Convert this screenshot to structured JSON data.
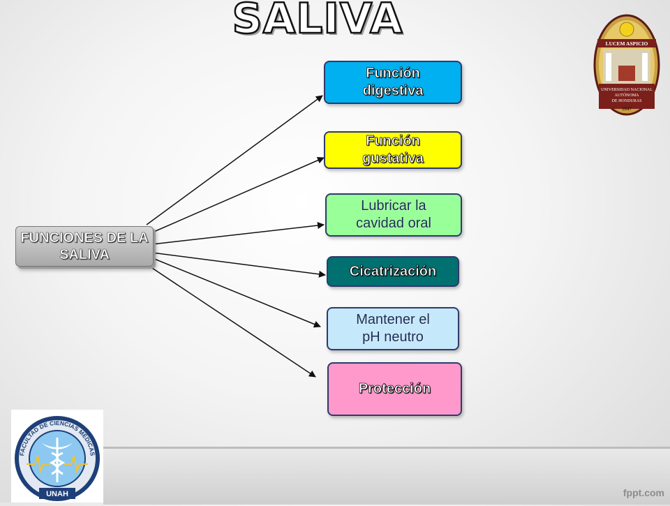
{
  "title": "SALIVA",
  "source": {
    "line1": "FUNCIONES",
    "line2": "DE LA SALIVA"
  },
  "functions": [
    {
      "line1": "Función",
      "line2": "digestiva",
      "color": "#00b0f0"
    },
    {
      "line1": "Función",
      "line2": "gustativa",
      "color": "#ffff00"
    },
    {
      "line1": "Lubricar la",
      "line2": "cavidad oral",
      "color": "#99ff99"
    },
    {
      "line1": "Cicatrización",
      "line2": "",
      "color": "#007070"
    },
    {
      "line1": "Mantener el",
      "line2": "pH neutro",
      "color": "#c5e8fa"
    },
    {
      "line1": "Protección",
      "line2": "",
      "color": "#ff99cc"
    }
  ],
  "seal": {
    "motto": "LUCEM ASPICIO",
    "line1": "UNIVERSIDAD NACIONAL",
    "line2": "AUTÓNOMA",
    "line3": "DE HONDURAS",
    "year": "1847"
  },
  "faculty_logo": {
    "ring_text": "FACULTAD DE CIENCIAS MÉDICAS",
    "bottom_text": "UNAH"
  },
  "watermark": "fppt.com"
}
